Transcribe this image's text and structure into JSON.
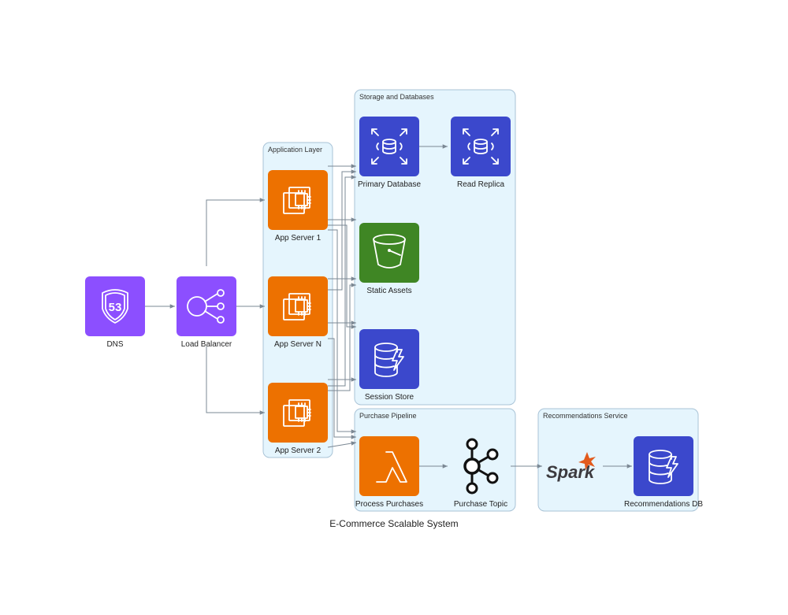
{
  "title": "E-Commerce Scalable System",
  "colors": {
    "route53": "#8c4fff",
    "elb": "#8c4fff",
    "ec2": "#ed7100",
    "rds": "#3b48cc",
    "s3": "#3f8624",
    "lambda": "#ed7100",
    "cluster_fill": "#e5f5fd",
    "cluster_border": "#a9c3d6",
    "edge": "#7b8894"
  },
  "clusters": {
    "app_layer": "Application Layer",
    "storage": "Storage and Databases",
    "pipeline": "Purchase Pipeline",
    "recommendations": "Recommendations Service"
  },
  "nodes": {
    "dns": {
      "label": "DNS",
      "icon": "route53-icon"
    },
    "lb": {
      "label": "Load Balancer",
      "icon": "load-balancer-icon"
    },
    "app1": {
      "label": "App Server 1",
      "icon": "ec2-icon"
    },
    "appn": {
      "label": "App Server N",
      "icon": "ec2-icon"
    },
    "app2": {
      "label": "App Server 2",
      "icon": "ec2-icon"
    },
    "primary_db": {
      "label": "Primary Database",
      "icon": "rds-icon"
    },
    "replica": {
      "label": "Read Replica",
      "icon": "rds-icon"
    },
    "static": {
      "label": "Static Assets",
      "icon": "s3-bucket-icon"
    },
    "session": {
      "label": "Session Store",
      "icon": "dynamodb-icon"
    },
    "process": {
      "label": "Process Purchases",
      "icon": "lambda-icon"
    },
    "topic": {
      "label": "Purchase Topic",
      "icon": "kafka-icon"
    },
    "spark": {
      "label": "",
      "logo_text": "Spark",
      "icon": "spark-logo"
    },
    "rec_db": {
      "label": "Recommendations DB",
      "icon": "dynamodb-icon"
    }
  }
}
